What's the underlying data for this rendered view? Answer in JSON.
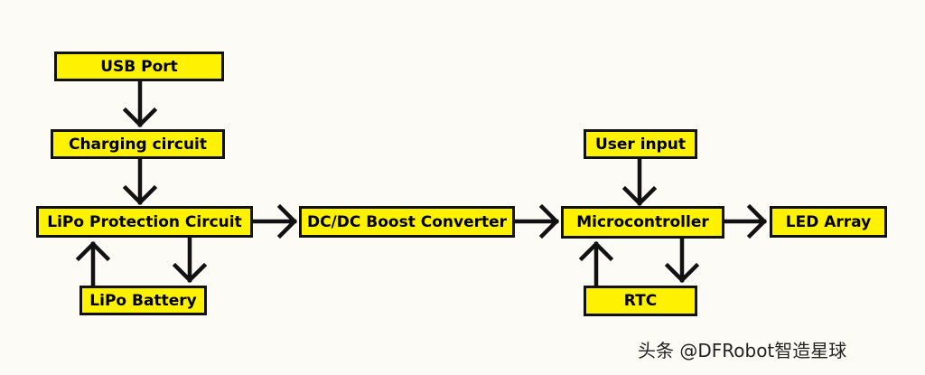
{
  "diagram": {
    "nodes": {
      "usb_port": "USB Port",
      "charging_circuit": "Charging circuit",
      "lipo_protection": "LiPo Protection Circuit",
      "lipo_battery": "LiPo Battery",
      "dcdc_boost": "DC/DC Boost Converter",
      "microcontroller": "Microcontroller",
      "user_input": "User input",
      "rtc": "RTC",
      "led_array": "LED Array"
    },
    "edges": [
      [
        "usb_port",
        "charging_circuit"
      ],
      [
        "charging_circuit",
        "lipo_protection"
      ],
      [
        "lipo_protection",
        "lipo_battery"
      ],
      [
        "lipo_battery",
        "lipo_protection"
      ],
      [
        "lipo_protection",
        "dcdc_boost"
      ],
      [
        "dcdc_boost",
        "microcontroller"
      ],
      [
        "user_input",
        "microcontroller"
      ],
      [
        "microcontroller",
        "rtc"
      ],
      [
        "rtc",
        "microcontroller"
      ],
      [
        "microcontroller",
        "led_array"
      ]
    ]
  },
  "colors": {
    "box_fill": "#fef200",
    "stroke": "#111111",
    "background": "#fcfbf6"
  },
  "watermark": "头条 @DFRobot智造星球"
}
